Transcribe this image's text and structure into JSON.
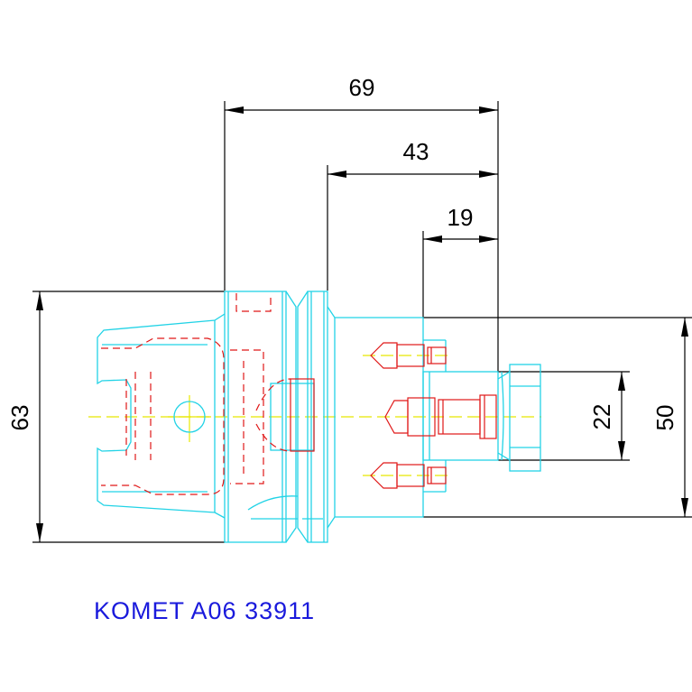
{
  "dimensions": {
    "overall_length": "69",
    "mid_length": "43",
    "short_length": "19",
    "flange_diameter": "63",
    "body_diameter": "50",
    "bore_diameter": "22"
  },
  "caption": "KOMET A06 33911",
  "colors": {
    "outline": "#22d3e6",
    "hidden": "#e01818",
    "centerline": "#e8e800",
    "dimension": "#000000",
    "caption": "#1a1adc"
  }
}
